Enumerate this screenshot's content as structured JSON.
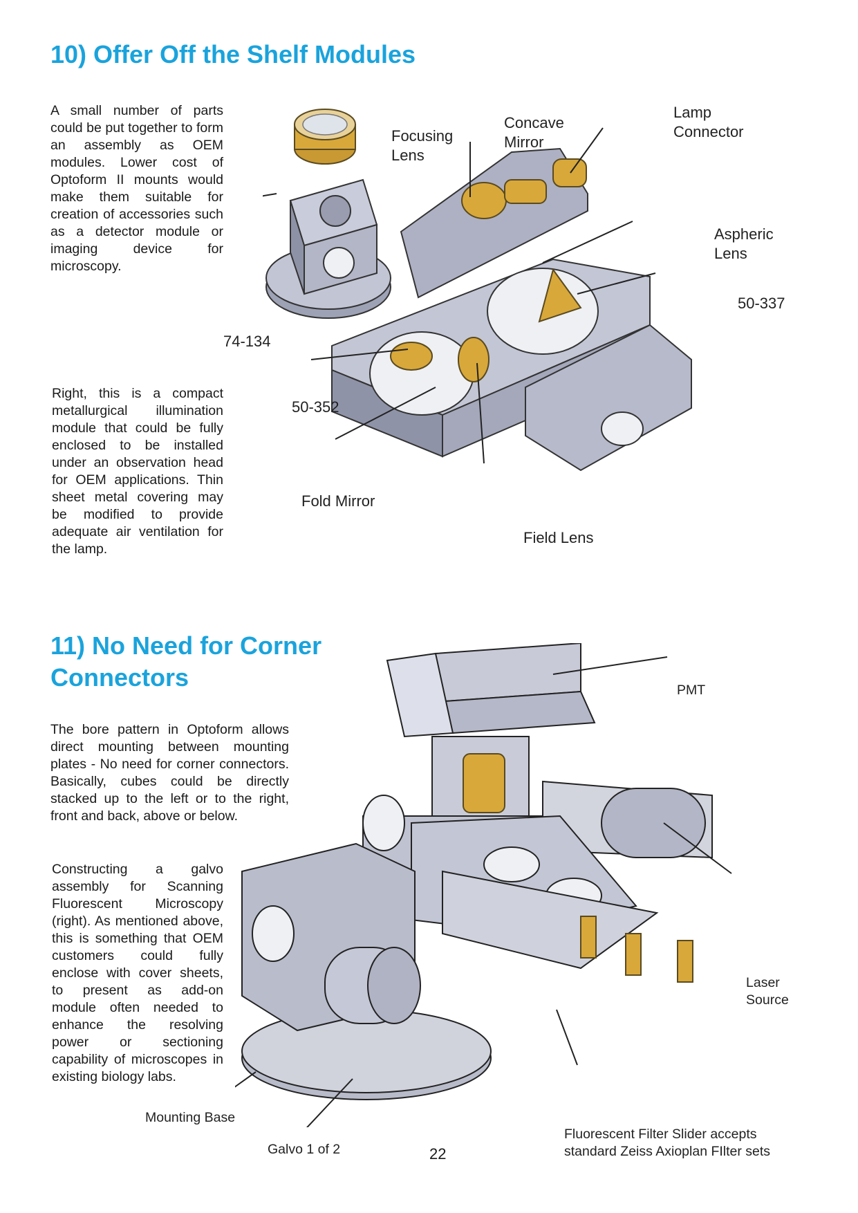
{
  "section10": {
    "title": "10) Offer Off the Shelf Modules",
    "para1": "A small number of parts could be put together to form an assembly as OEM modules. Lower cost of Optoform II mounts would make them suitable for creation of accessories such as a detector module or imaging device for microscopy.",
    "para2": "Right, this is a compact metallurgical illumination module that could be fully enclosed to be installed under an observation head for OEM applications. Thin sheet metal covering may be modified to provide adequate air ventilation for the lamp.",
    "labels": {
      "focusing_lens": "Focusing\nLens",
      "concave_mirror": "Concave\nMirror",
      "lamp_connector": "Lamp\nConnector",
      "aspheric_lens": "Aspheric\nLens",
      "part_50_337": "50-337",
      "part_74_134": "74-134",
      "part_50_352": "50-352",
      "fold_mirror": "Fold Mirror",
      "field_lens": "Field Lens"
    }
  },
  "section11": {
    "title": "11) No Need for Corner\nConnectors",
    "title_line1": "11) No Need for Corner",
    "title_line2": "Connectors",
    "para1": "The bore pattern in Optoform allows direct mounting between mounting plates - No need for corner connectors. Basically, cubes could be directly stacked up to the left or to the right, front and back, above or below.",
    "para2": "Constructing a galvo assembly for Scanning Fluorescent Microscopy (right). As mentioned above, this is something that OEM customers could fully enclose with cover sheets, to present as add-on module often needed to enhance the resolving power or sectioning capability of microscopes in existing biology labs.",
    "labels": {
      "pmt": "PMT",
      "laser_source": "Laser\nSource",
      "mounting_base": "Mounting Base",
      "galvo": "Galvo 1 of 2",
      "filter_slider": "Fluorescent Filter Slider accepts\nstandard Zeiss Axioplan FIlter sets"
    }
  },
  "page_number": "22",
  "colors": {
    "heading": "#1aa3dc",
    "metal": "#b9bccb",
    "brass": "#d8a83a"
  }
}
